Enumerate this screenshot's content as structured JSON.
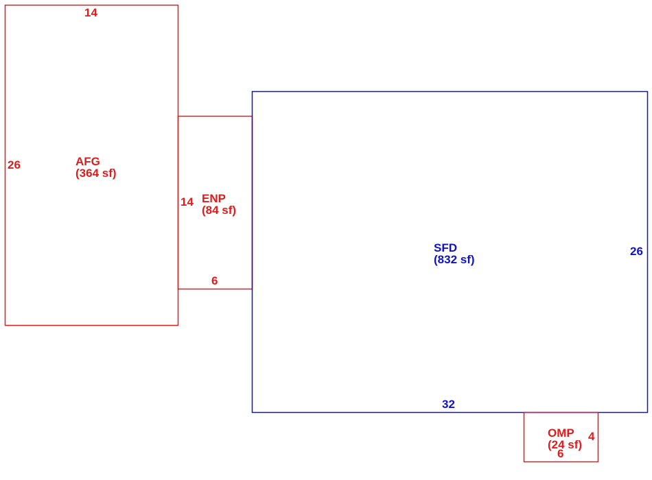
{
  "colors": {
    "garage_enclosure_porch": "#e01b1b",
    "main_structure": "#1010c8"
  },
  "areas": {
    "afg": {
      "code": "AFG",
      "area": "(364 sf)",
      "top_dim": "14",
      "side_dim": "26"
    },
    "enp": {
      "code": "ENP",
      "area": "(84 sf)",
      "side_dim": "14",
      "bottom_dim": "6"
    },
    "sfd": {
      "code": "SFD",
      "area": "(832 sf)",
      "side_dim": "26",
      "bottom_dim": "32"
    },
    "omp": {
      "code": "OMP",
      "area": "(24 sf)",
      "side_dim": "4",
      "bottom_dim": "6"
    }
  }
}
